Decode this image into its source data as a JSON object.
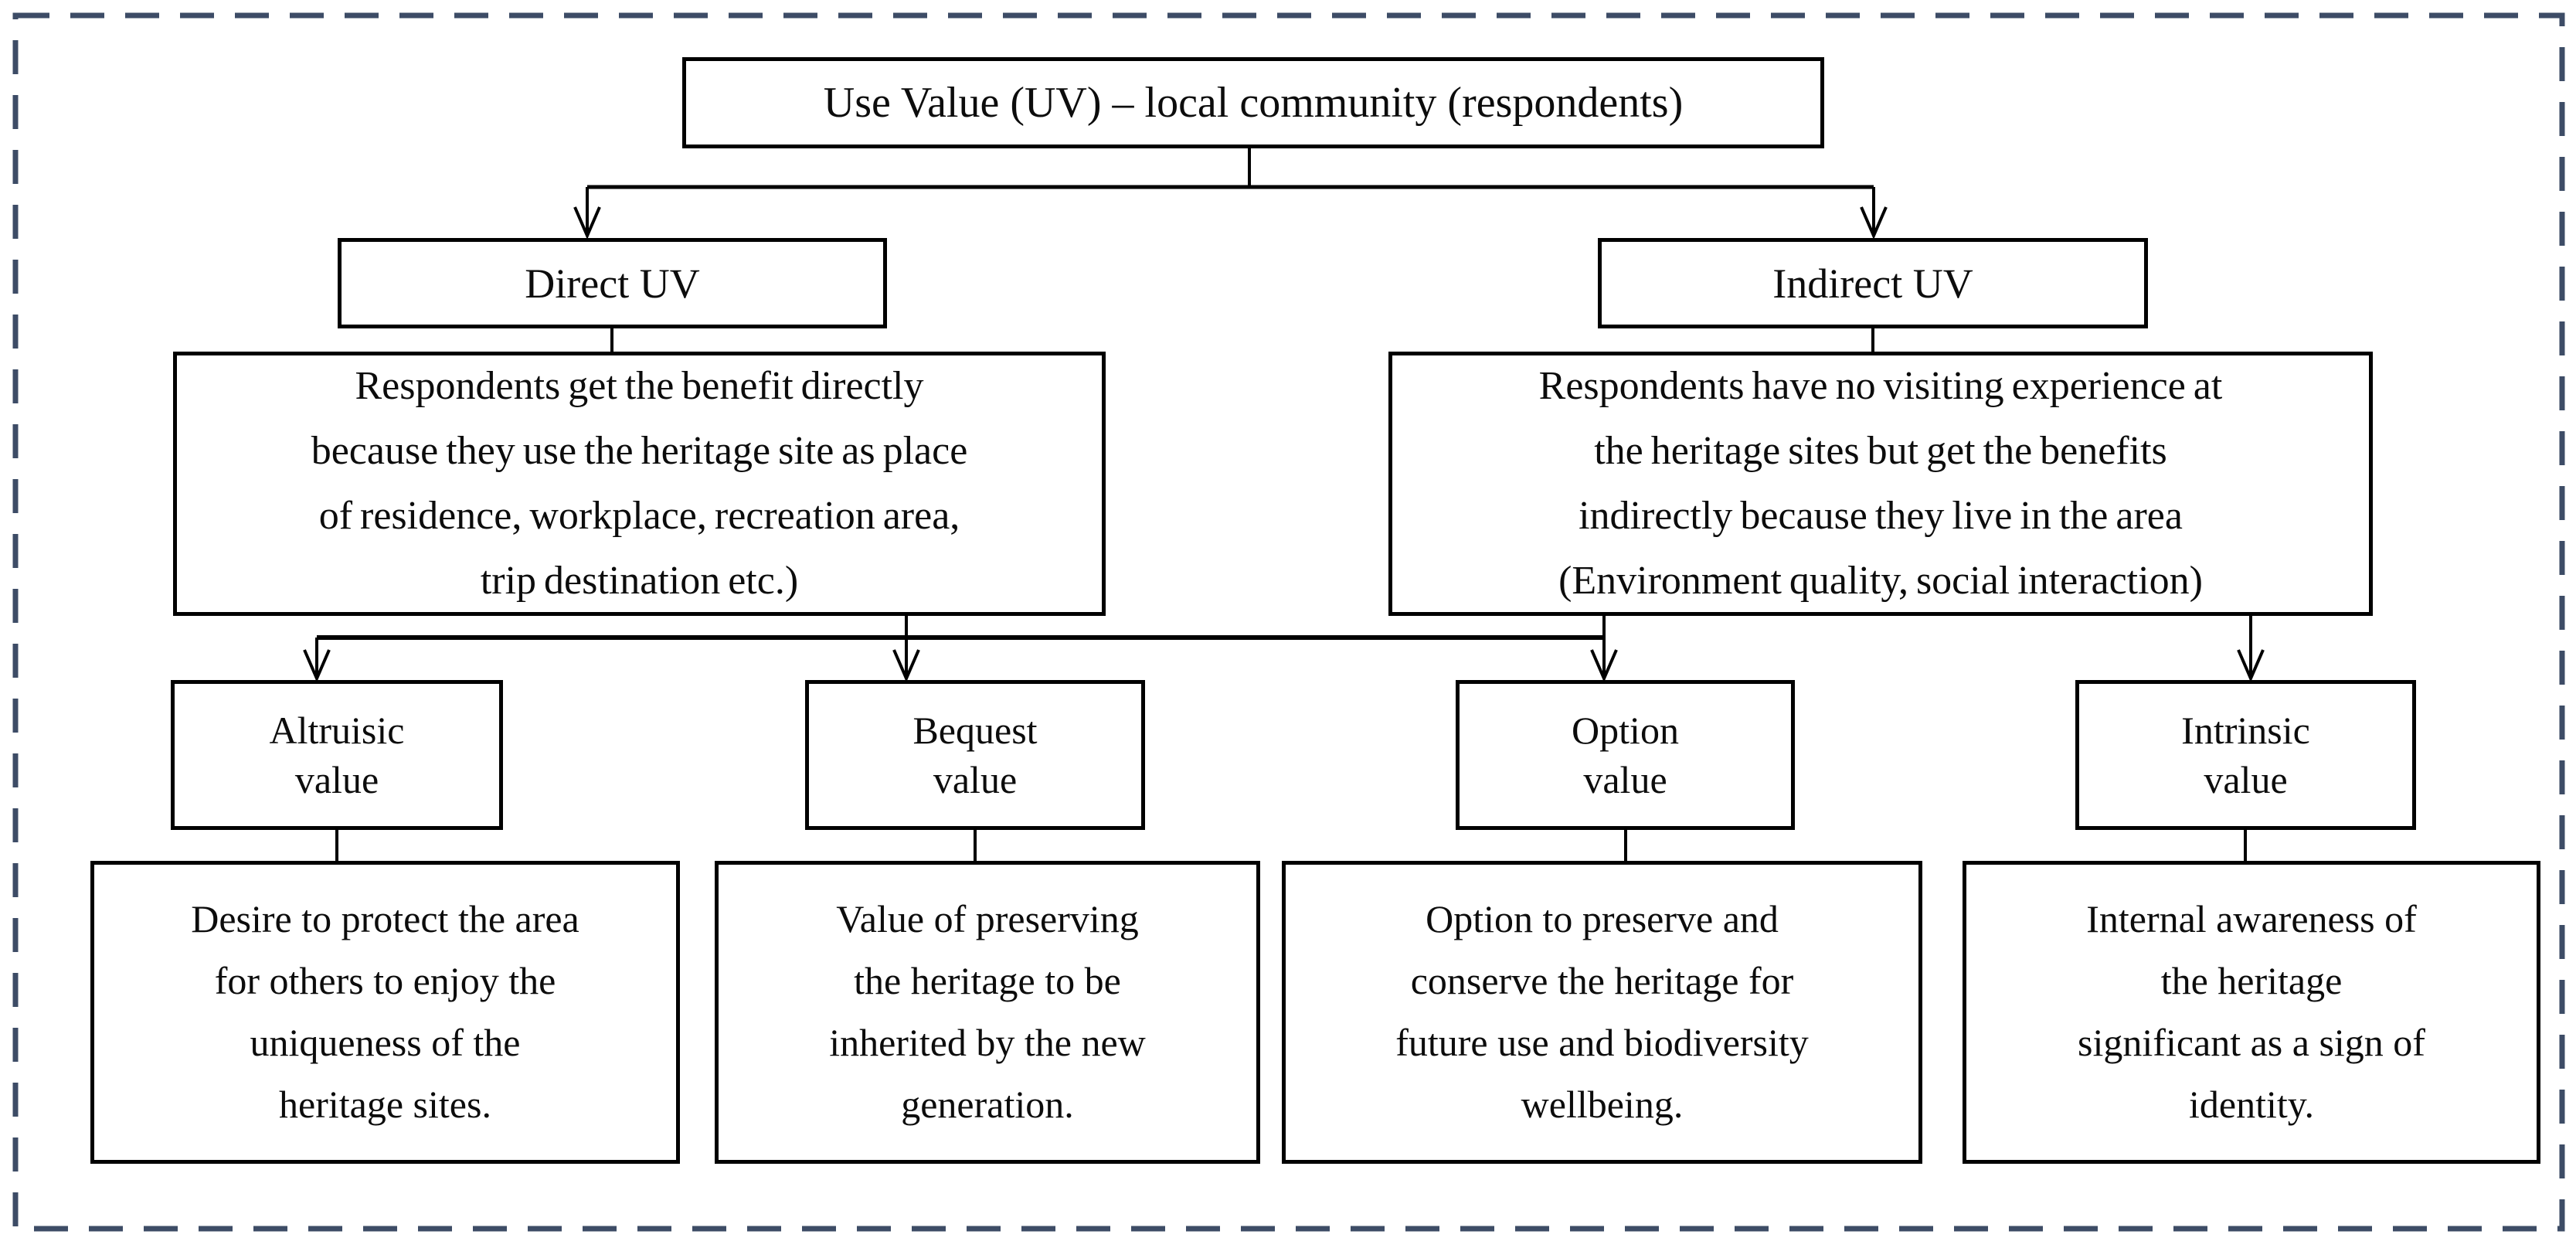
{
  "frame": {
    "color": "#3d4c66"
  },
  "diagram": {
    "root": {
      "label": "Use Value (UV) – local community (respondents)"
    },
    "branches": [
      {
        "label": "Direct UV",
        "description": "Respondents get the benefit directly\nbecause they use the heritage site as place\nof residence, workplace, recreation area,\ntrip destination etc.)"
      },
      {
        "label": "Indirect UV",
        "description": "Respondents have no visiting experience at\nthe heritage sites but get the benefits\nindirectly because they live in the area\n(Environment quality, social interaction)"
      }
    ],
    "values": [
      {
        "label": "Altruisic\nvalue",
        "description": "Desire to protect the area\nfor others to enjoy the\nuniqueness of the\nheritage sites."
      },
      {
        "label": "Bequest\nvalue",
        "description": "Value of preserving\nthe heritage to be\ninherited by the new\ngeneration."
      },
      {
        "label": "Option\nvalue",
        "description": "Option to preserve and\nconserve the heritage for\nfuture use and biodiversity\nwellbeing."
      },
      {
        "label": "Intrinsic\nvalue",
        "description": "Internal awareness of\nthe heritage\nsignificant as a sign of\nidentity."
      }
    ]
  }
}
